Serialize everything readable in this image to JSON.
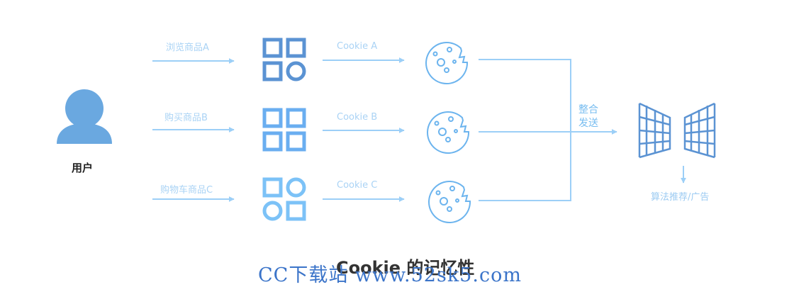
{
  "user": {
    "label": "用户",
    "icon": "user-icon"
  },
  "rows": [
    {
      "action": "浏览商品A",
      "cookie": "Cookie A",
      "icon": "apps-grid-icon",
      "color": "#5b93d3"
    },
    {
      "action": "购买商品B",
      "cookie": "Cookie B",
      "icon": "apps-grid-icon",
      "color": "#6aaef0"
    },
    {
      "action": "购物车商品C",
      "cookie": "Cookie C",
      "icon": "apps-grid-icon",
      "color": "#7cc2f7"
    }
  ],
  "merge": {
    "line1": "整合",
    "line2": "发送"
  },
  "result": {
    "label": "算法推荐/广告",
    "icon": "server-building-icon"
  },
  "title": "Cookie 的记忆性",
  "watermark": "CC下载站 www.52sk5.com",
  "colors": {
    "arrow": "#9ccff7",
    "cookie": "#6cb4ee",
    "user": "#6aa8e0",
    "building": "#5b93d3"
  }
}
